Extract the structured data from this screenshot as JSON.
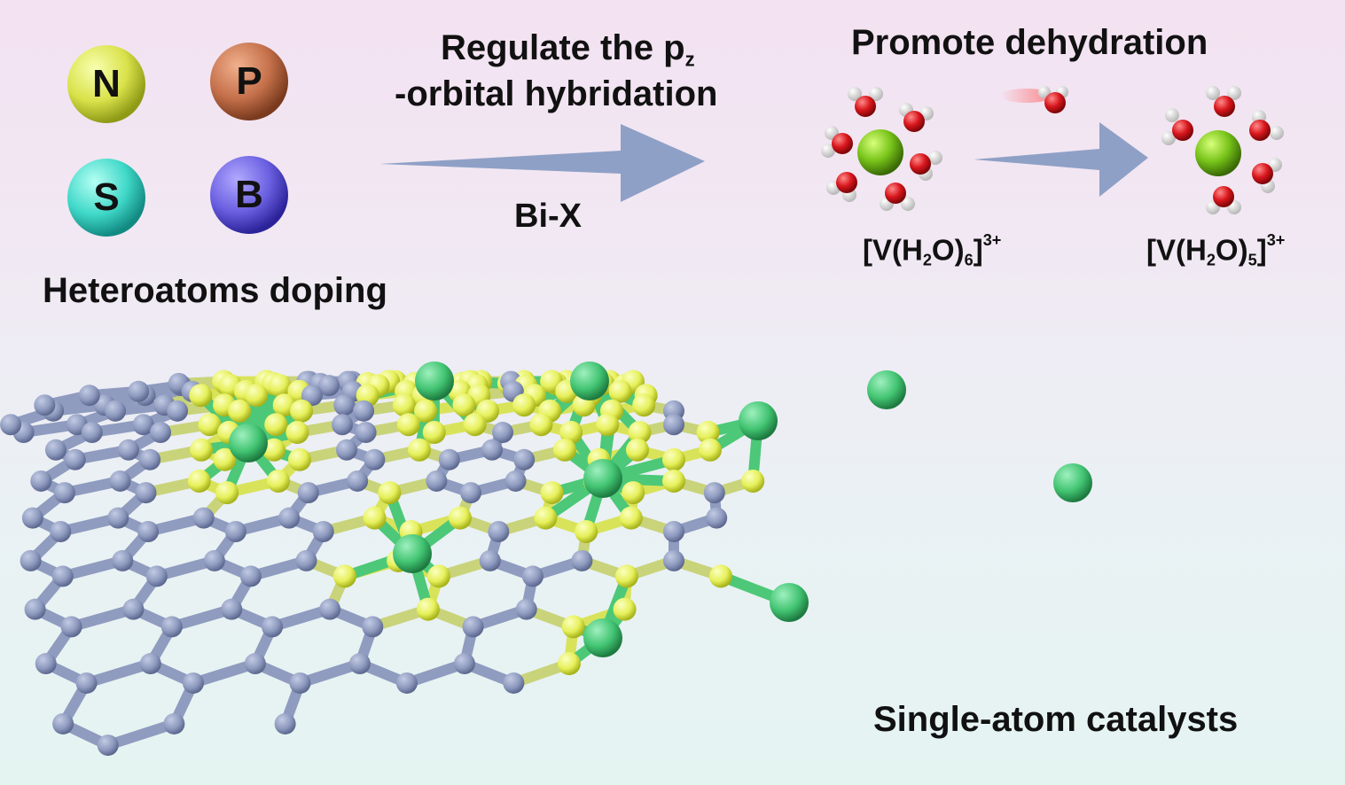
{
  "elements": [
    "N",
    "P",
    "S",
    "B"
  ],
  "labels": {
    "doping": "Heteroatoms doping",
    "regulate_line1": "Regulate the p",
    "regulate_sub": "z",
    "regulate_line2": "-orbital hybridation",
    "bond": "Bi-X",
    "promote": "Promote dehydration",
    "catalyst": "Single-atom catalysts"
  },
  "complexes": [
    {
      "prefix": "[V(H",
      "sub1": "2",
      "mid": "O)",
      "sub2": "6",
      "suffix": "]",
      "charge": "3+"
    },
    {
      "prefix": "[V(H",
      "sub1": "2",
      "mid": "O)",
      "sub2": "5",
      "suffix": "]",
      "charge": "3+"
    }
  ],
  "colors": {
    "N": "#d9e24a",
    "P": "#c4704a",
    "S": "#3fd8c8",
    "B": "#6a5fe0",
    "arrow": "#8fa0c6",
    "metal": "#78c41a",
    "oxygen": "#d8161c",
    "lattice": "#8f9bbf",
    "dopant": "#e6f05a",
    "single_atom": "#42c472"
  }
}
